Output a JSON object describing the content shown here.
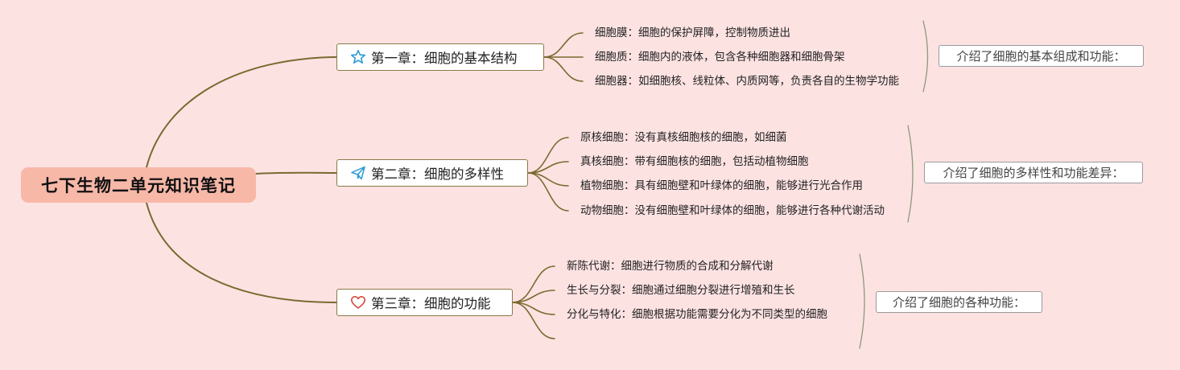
{
  "root": {
    "title": "七下生物二单元知识笔记"
  },
  "chapters": [
    {
      "title": "第一章：细胞的基本结构",
      "icon": "star-icon",
      "icon_color": "#2b9bd6",
      "items": [
        "细胞膜：细胞的保护屏障，控制物质进出",
        "细胞质：细胞内的液体，包含各种细胞器和细胞骨架",
        "细胞器：如细胞核、线粒体、内质网等，负责各自的生物学功能"
      ],
      "summary": "介绍了细胞的基本组成和功能："
    },
    {
      "title": "第二章：细胞的多样性",
      "icon": "paper-plane-icon",
      "icon_color": "#2b9bd6",
      "items": [
        "原核细胞：没有真核细胞核的细胞，如细菌",
        "真核细胞：带有细胞核的细胞，包括动植物细胞",
        "植物细胞：具有细胞壁和叶绿体的细胞，能够进行光合作用",
        "动物细胞：没有细胞壁和叶绿体的细胞，能够进行各种代谢活动"
      ],
      "summary": "介绍了细胞的多样性和功能差异："
    },
    {
      "title": "第三章：细胞的功能",
      "icon": "heart-icon",
      "icon_color": "#d9483b",
      "items": [
        "新陈代谢：细胞进行物质的合成和分解代谢",
        "生长与分裂：细胞通过细胞分裂进行增殖和生长",
        "分化与特化：细胞根据功能需要分化为不同类型的细胞",
        ""
      ],
      "summary": "介绍了细胞的各种功能："
    }
  ],
  "colors": {
    "background": "#fde2e2",
    "root_fill": "#f7b8a8",
    "branch_line": "#7a6a2e",
    "bracket_line": "#8a9a7a"
  }
}
